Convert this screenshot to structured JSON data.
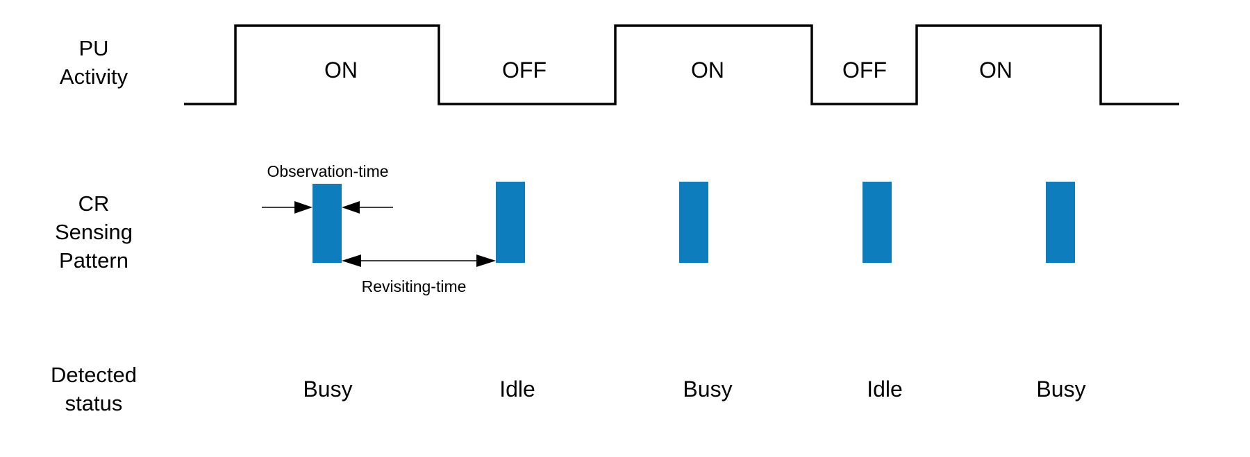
{
  "rows": {
    "pu_activity": {
      "line1": "PU",
      "line2": "Activity"
    },
    "cr_sensing": {
      "line1": "CR",
      "line2": "Sensing",
      "line3": "Pattern"
    },
    "detected": {
      "line1": "Detected",
      "line2": "status"
    }
  },
  "pu_states": [
    "ON",
    "OFF",
    "ON",
    "OFF",
    "ON"
  ],
  "sensing_windows": {
    "count": 5
  },
  "annotations": {
    "observation": "Observation-time",
    "revisiting": "Revisiting-time"
  },
  "detected_status": [
    "Busy",
    "Idle",
    "Busy",
    "Idle",
    "Busy"
  ],
  "colors": {
    "sensing_block": "#0e7dbd",
    "waveform": "#000000"
  }
}
